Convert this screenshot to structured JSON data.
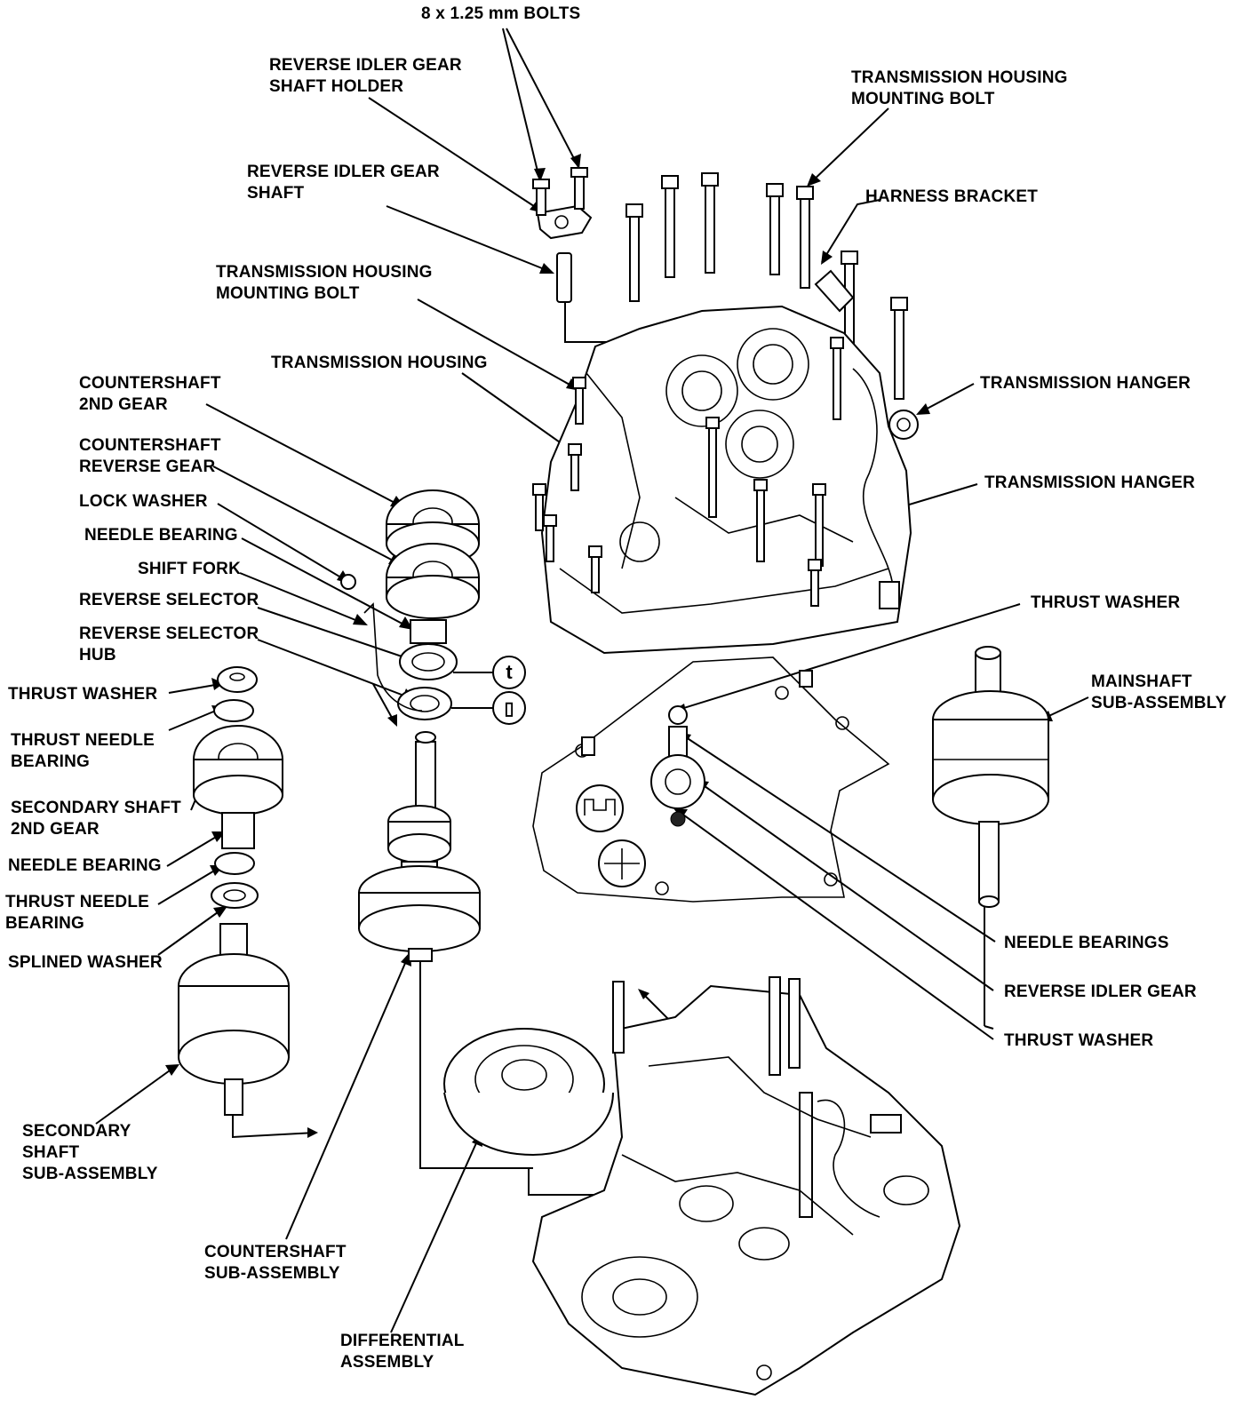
{
  "labels": {
    "bolts_8x125": "8 x 1.25 mm BOLTS",
    "rev_idler_shaft_holder": "REVERSE IDLER GEAR\nSHAFT HOLDER",
    "trans_housing_bolt_top": "TRANSMISSION HOUSING\nMOUNTING BOLT",
    "rev_idler_shaft": "REVERSE IDLER GEAR\nSHAFT",
    "harness_bracket": "HARNESS BRACKET",
    "trans_housing_bolt_left": "TRANSMISSION HOUSING\nMOUNTING BOLT",
    "trans_housing": "TRANSMISSION HOUSING",
    "trans_hanger_1": "TRANSMISSION HANGER",
    "cs_2nd_gear": "COUNTERSHAFT\n2ND GEAR",
    "cs_reverse_gear": "COUNTERSHAFT\nREVERSE GEAR",
    "trans_hanger_2": "TRANSMISSION HANGER",
    "lock_washer": "LOCK WASHER",
    "needle_bearing_1": "NEEDLE BEARING",
    "shift_fork": "SHIFT FORK",
    "reverse_selector": "REVERSE SELECTOR",
    "thrust_washer_right": "THRUST WASHER",
    "reverse_selector_hub": "REVERSE SELECTOR\nHUB",
    "mainshaft_sub": "MAINSHAFT\nSUB-ASSEMBLY",
    "thrust_washer_left": "THRUST WASHER",
    "thrust_needle_bearing_1": "THRUST NEEDLE\nBEARING",
    "secondary_2nd_gear": "SECONDARY SHAFT\n2ND GEAR",
    "needle_bearing_2": "NEEDLE BEARING",
    "thrust_needle_bearing_2": "THRUST NEEDLE\nBEARING",
    "needle_bearings": "NEEDLE BEARINGS",
    "splined_washer": "SPLINED WASHER",
    "reverse_idler_gear": "REVERSE IDLER GEAR",
    "thrust_washer_lower": "THRUST WASHER",
    "secondary_sub": "SECONDARY\nSHAFT\nSUB-ASSEMBLY",
    "countershaft_sub": "COUNTERSHAFT\nSUB-ASSEMBLY",
    "differential_assembly": "DIFFERENTIAL\nASSEMBLY"
  },
  "icons": {
    "lock_symbol": "t",
    "square_symbol": "▯"
  }
}
